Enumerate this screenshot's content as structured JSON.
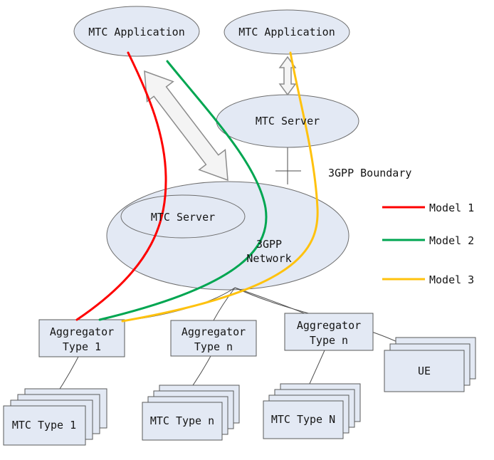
{
  "diagram": {
    "top_left_app": "MTC Application",
    "top_right_app": "MTC Application",
    "server_outside": "MTC Server",
    "server_inside": "MTC Server",
    "network_line1": "3GPP",
    "network_line2": "Network",
    "boundary_label": "3GPP Boundary",
    "aggregators": [
      {
        "line1": "Aggregator",
        "line2": "Type 1"
      },
      {
        "line1": "Aggregator",
        "line2": "Type n"
      },
      {
        "line1": "Aggregator",
        "line2": "Type n"
      }
    ],
    "device_stacks": [
      {
        "label": "MTC Type 1"
      },
      {
        "label": "MTC Type n"
      },
      {
        "label": "MTC Type N"
      },
      {
        "label": "UE"
      }
    ]
  },
  "legend": {
    "items": [
      {
        "label": "Model 1",
        "color": "#fe0000"
      },
      {
        "label": "Model 2",
        "color": "#00a651"
      },
      {
        "label": "Model 3",
        "color": "#ffc20e"
      }
    ]
  }
}
